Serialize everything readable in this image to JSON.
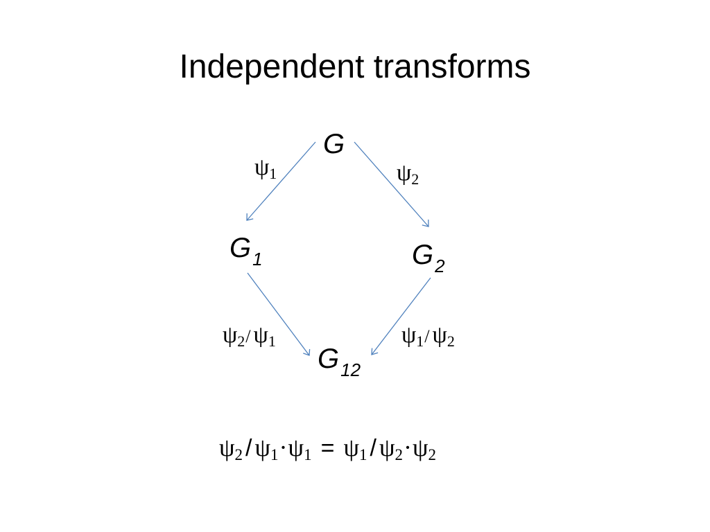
{
  "slide": {
    "title": "Independent transforms"
  },
  "nodes": {
    "g": {
      "base": "G",
      "sub": ""
    },
    "g1": {
      "base": "G",
      "sub": "1"
    },
    "g2": {
      "base": "G",
      "sub": "2"
    },
    "g12": {
      "base": "G",
      "sub": "12"
    }
  },
  "labels": {
    "psi_symbol": "ψ",
    "slash": "/",
    "edge_g_g1": {
      "sub": "1"
    },
    "edge_g_g2": {
      "sub": "2"
    },
    "edge_g1_g12": {
      "sub_a": "2",
      "sub_b": "1"
    },
    "edge_g2_g12": {
      "sub_a": "1",
      "sub_b": "2"
    }
  },
  "equation": {
    "psi": "ψ",
    "slash": "/",
    "dot": "·",
    "equals": "=",
    "lhs": {
      "a": "2",
      "b": "1",
      "c": "1"
    },
    "rhs": {
      "a": "1",
      "b": "2",
      "c": "2"
    }
  },
  "colors": {
    "arrow": "#4f81bd",
    "text": "#000000"
  }
}
